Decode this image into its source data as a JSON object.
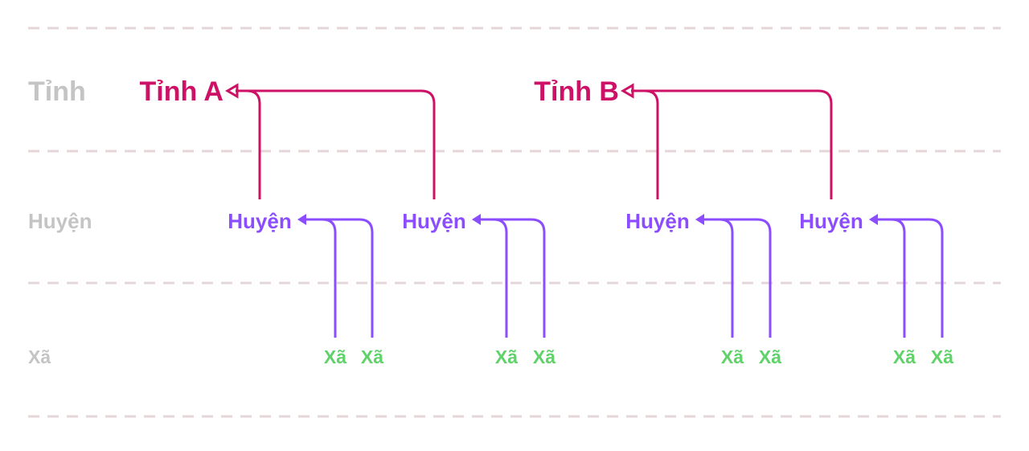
{
  "row_labels": {
    "tinh": "Tỉnh",
    "huyen": "Huyện",
    "xa": "Xã"
  },
  "provinces": [
    {
      "label": "Tỉnh A",
      "districts": [
        {
          "label": "Huyện",
          "communes": [
            "Xã",
            "Xã"
          ]
        },
        {
          "label": "Huyện",
          "communes": [
            "Xã",
            "Xã"
          ]
        }
      ]
    },
    {
      "label": "Tỉnh B",
      "districts": [
        {
          "label": "Huyện",
          "communes": [
            "Xã",
            "Xã"
          ]
        },
        {
          "label": "Huyện",
          "communes": [
            "Xã",
            "Xã"
          ]
        }
      ]
    }
  ],
  "colors": {
    "province": "#cc1166",
    "district": "#8b4dff",
    "commune": "#5fd36a",
    "row_label": "#c4c4c4",
    "grid": "#e5d7d9"
  }
}
